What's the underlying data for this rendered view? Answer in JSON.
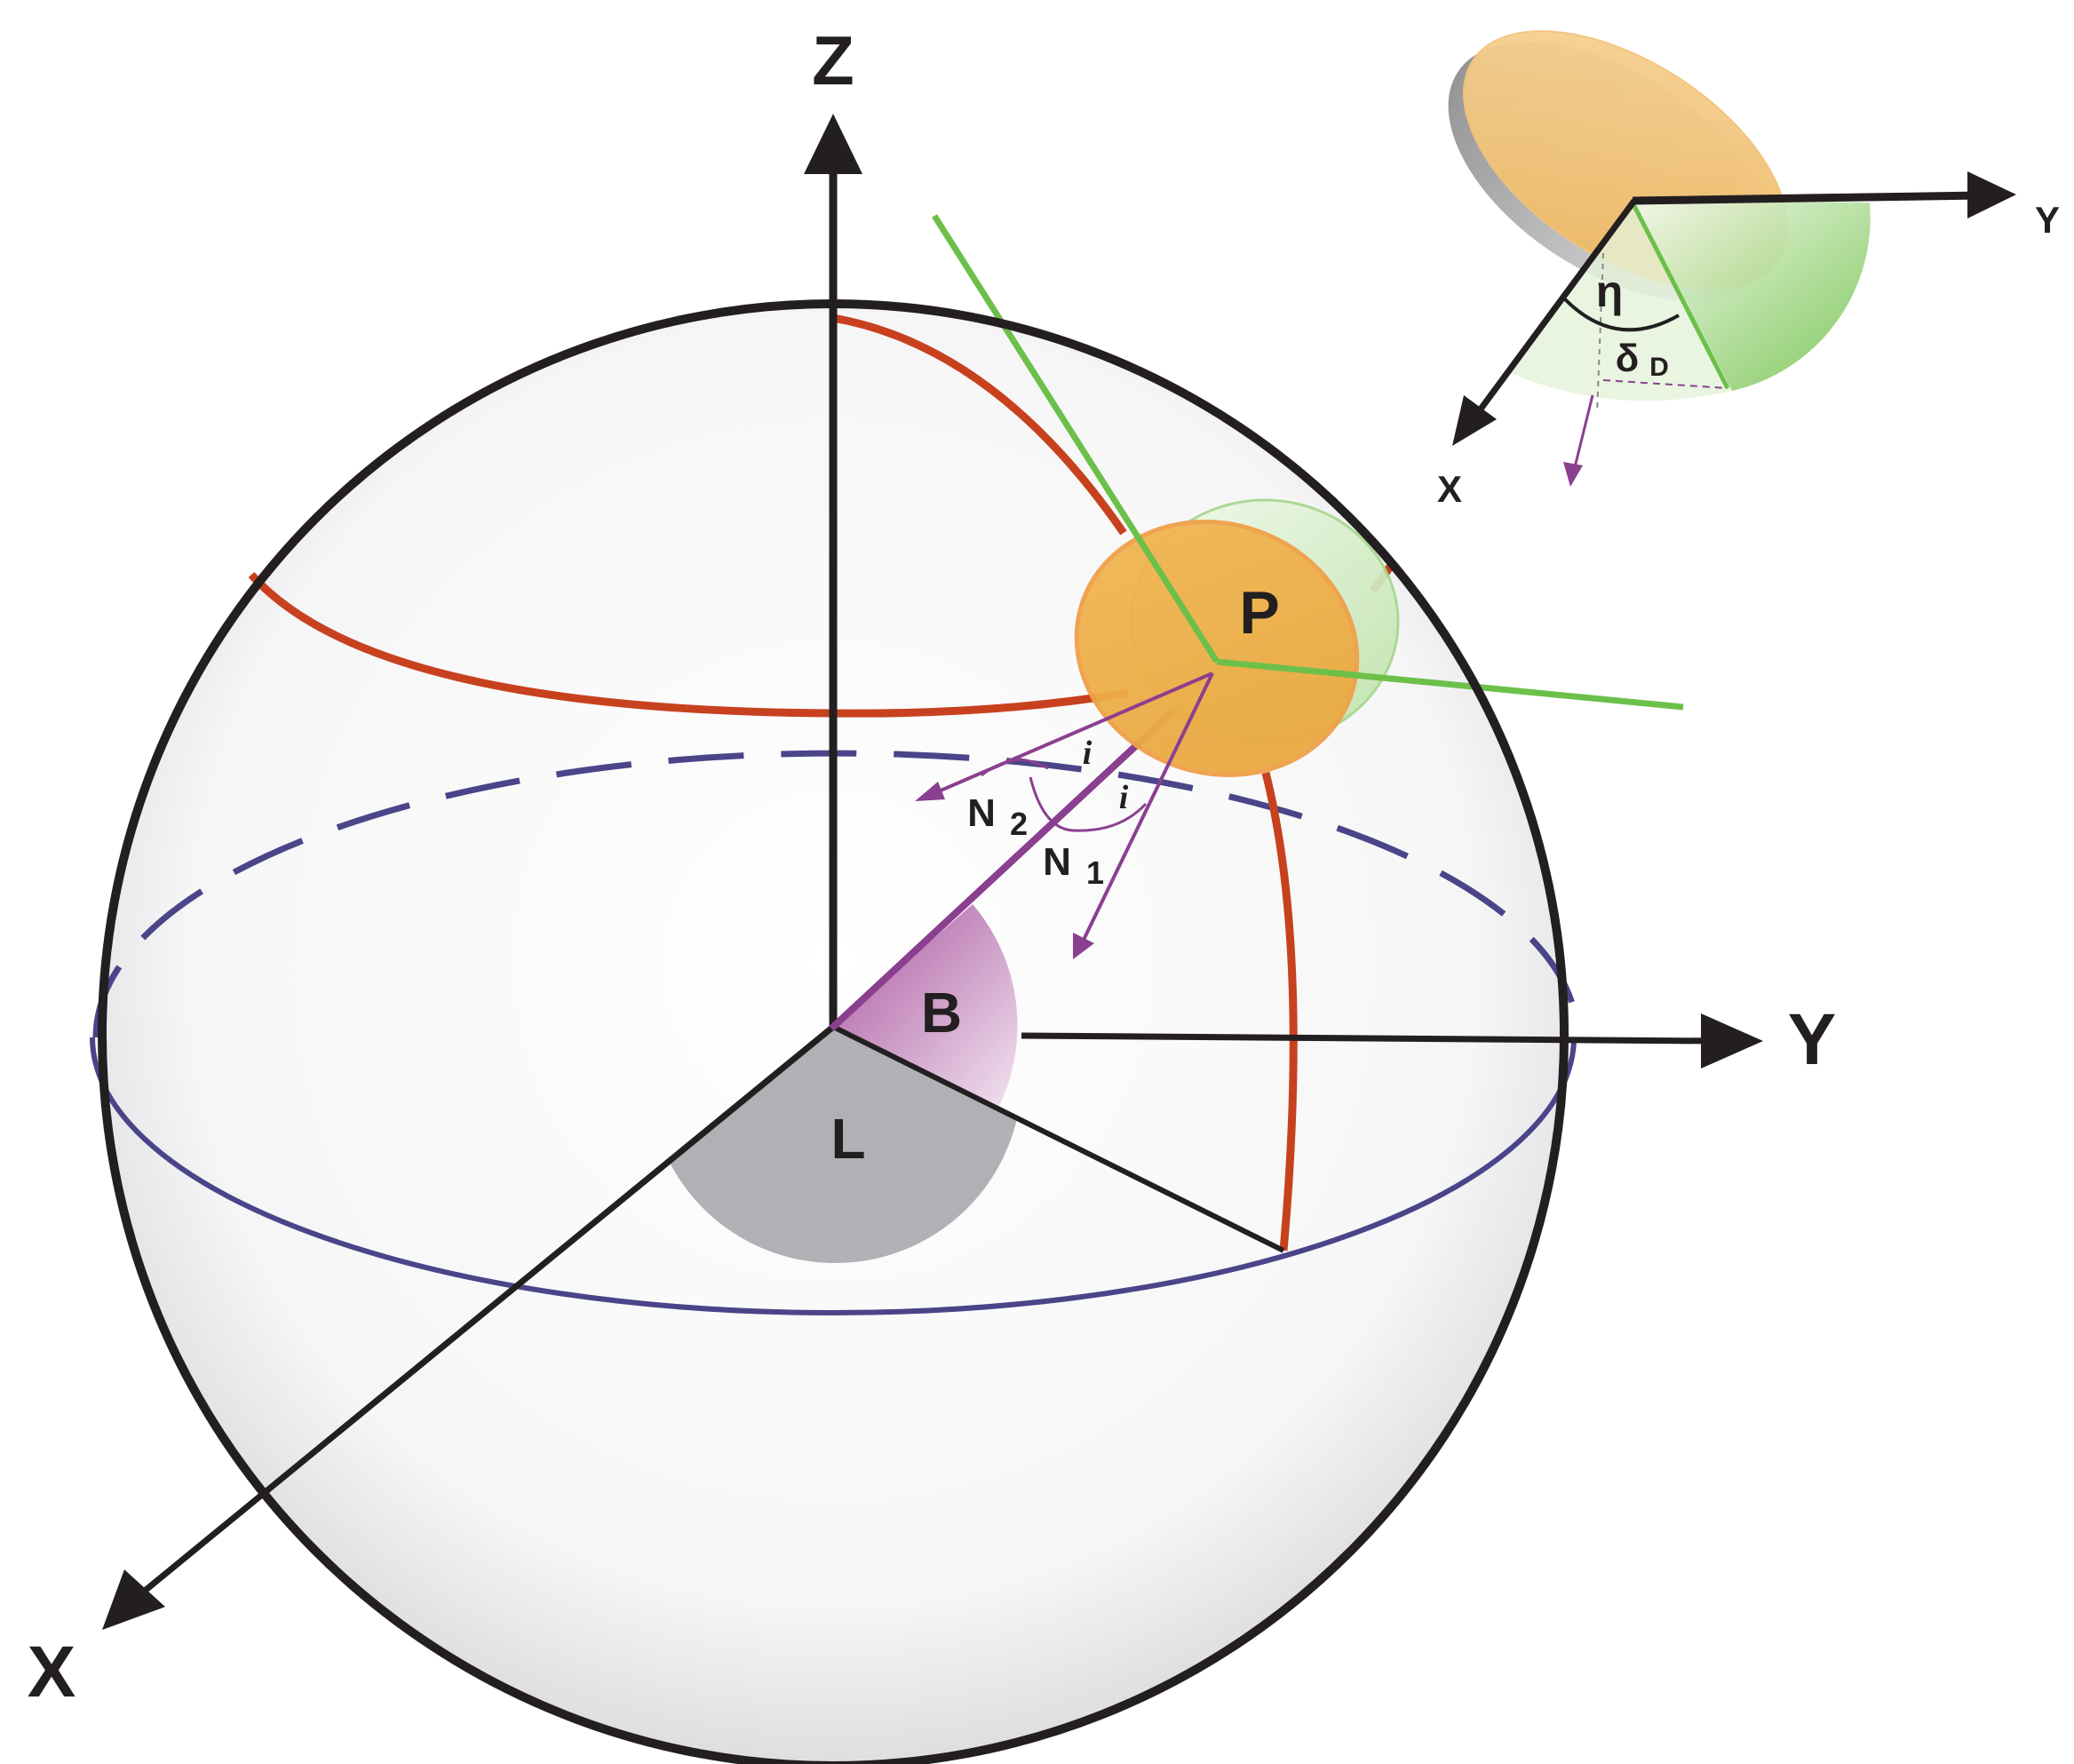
{
  "labels": {
    "axis_z": "Z",
    "axis_y": "Y",
    "axis_x": "X",
    "point": "P",
    "angle_latitude": "B",
    "angle_longitude": "L",
    "normal_1": "N",
    "normal_1_sub": "1",
    "normal_2": "N",
    "normal_2_sub": "2",
    "incidence_1": "i",
    "incidence_2": "i",
    "inset_axis_y": "Y",
    "inset_axis_x": "X",
    "inset_angle_eta": "η",
    "inset_angle_delta": "δ",
    "inset_angle_delta_sub": "D"
  },
  "colors": {
    "outline": "#231f20",
    "meridian": "#c8411f",
    "equator": "#4a4589",
    "plane_green": "#6cc04a",
    "normal_purple": "#8b3f8f",
    "facet_orange": "#f1b24a",
    "angle_gray": "#a8a9ad",
    "angle_purple": "#b873b4"
  }
}
